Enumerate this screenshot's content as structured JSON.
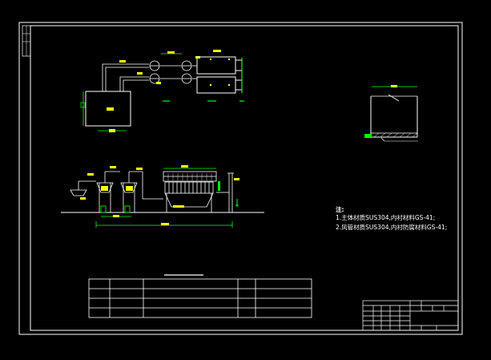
{
  "notes": {
    "heading": "注:",
    "line1": "1.主体材质SUS304,内衬材料GS-41;",
    "line2": "2.风管材质SUS304,内衬防腐材料GS-41;"
  },
  "palette": {
    "background": "#000000",
    "frame": "#ffffff",
    "equipment": "#00ff00",
    "dimension": "#ffff00",
    "ground": "#ffffff",
    "accent_red": "#ff0000",
    "accent_cyan": "#00ffff"
  }
}
